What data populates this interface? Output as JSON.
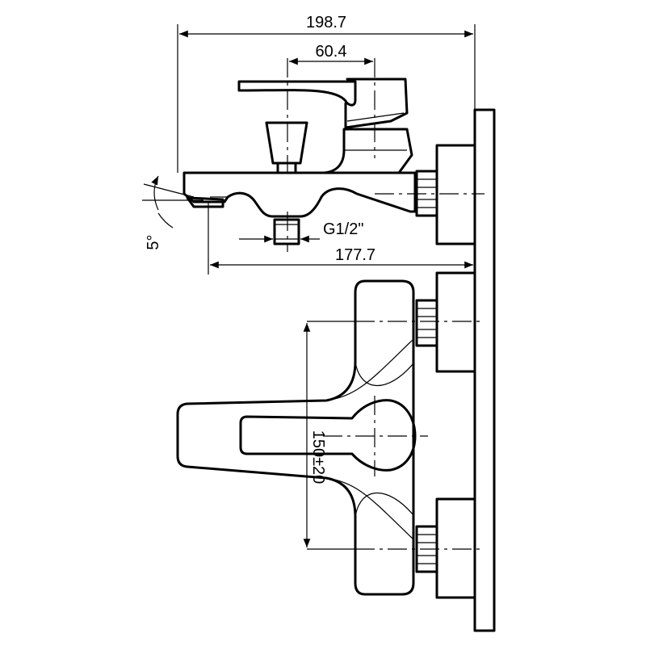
{
  "dimensions": {
    "overall_length": "198.7",
    "handle_offset": "60.4",
    "spout_length": "177.7",
    "thread_size": "G1/2\"",
    "tilt_angle": "5°",
    "center_distance": "150±20"
  }
}
